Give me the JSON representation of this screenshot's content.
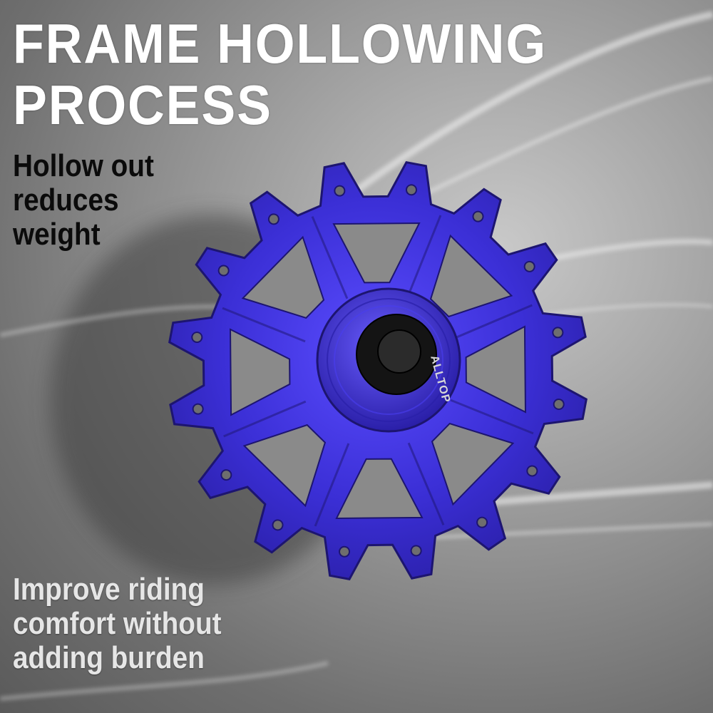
{
  "headline": {
    "line1": "FRAME HOLLOWING",
    "line2": "PROCESS"
  },
  "subheadline": {
    "line1": "Hollow out",
    "line2": "reduces",
    "line3": "weight"
  },
  "footer": {
    "line1": "Improve riding",
    "line2": "comfort without",
    "line3": "adding burden"
  },
  "product": {
    "brand": "ALLTOP",
    "color": "#3b2fd6",
    "teeth": 16,
    "icon": "pulley-gear-icon"
  },
  "colors": {
    "background": "#8c8c8c",
    "headline": "#ffffff",
    "subheadline": "#0b0b0b",
    "footer": "#e6e6e6"
  }
}
